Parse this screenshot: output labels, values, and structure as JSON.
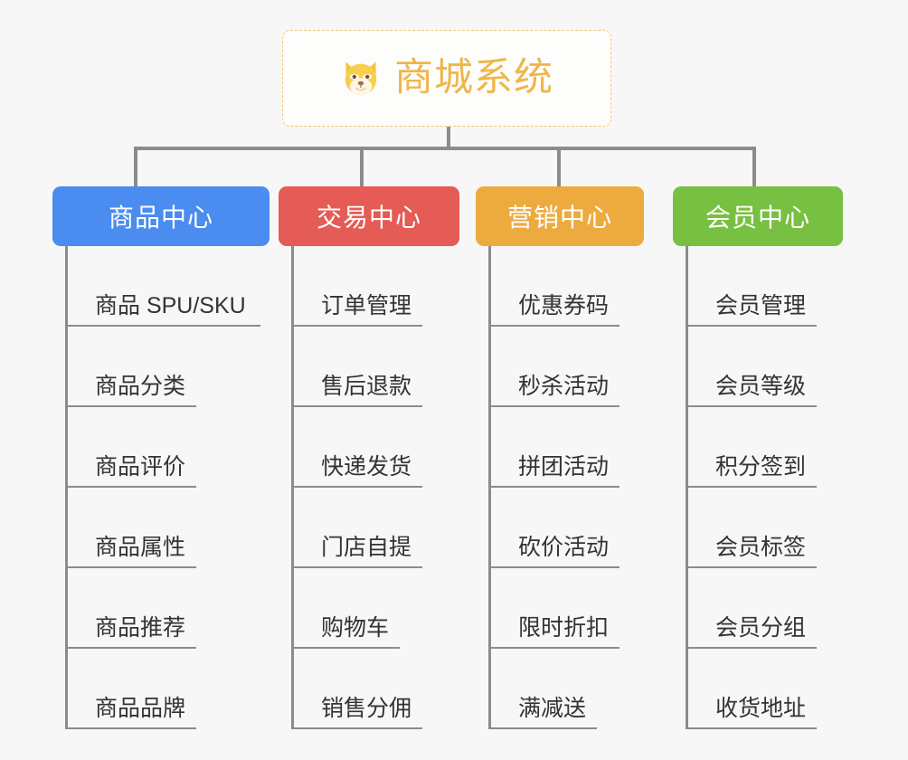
{
  "background_color": "#f7f7f7",
  "root": {
    "icon": "dog-face-icon",
    "title": "商城系统",
    "title_color": "#f0b64a",
    "border_color": "#f0c678"
  },
  "branches": [
    {
      "id": "product-center",
      "label": "商品中心",
      "color": "#4a8cf0",
      "items": [
        "商品 SPU/SKU",
        "商品分类",
        "商品评价",
        "商品属性",
        "商品推荐",
        "商品品牌"
      ]
    },
    {
      "id": "trade-center",
      "label": "交易中心",
      "color": "#e55b55",
      "items": [
        "订单管理",
        "售后退款",
        "快递发货",
        "门店自提",
        "购物车",
        "销售分佣"
      ]
    },
    {
      "id": "marketing-center",
      "label": "营销中心",
      "color": "#edab3f",
      "items": [
        "优惠券码",
        "秒杀活动",
        "拼团活动",
        "砍价活动",
        "限时折扣",
        "满减送"
      ]
    },
    {
      "id": "member-center",
      "label": "会员中心",
      "color": "#78c042",
      "items": [
        "会员管理",
        "会员等级",
        "积分签到",
        "会员标签",
        "会员分组",
        "收货地址"
      ]
    }
  ]
}
